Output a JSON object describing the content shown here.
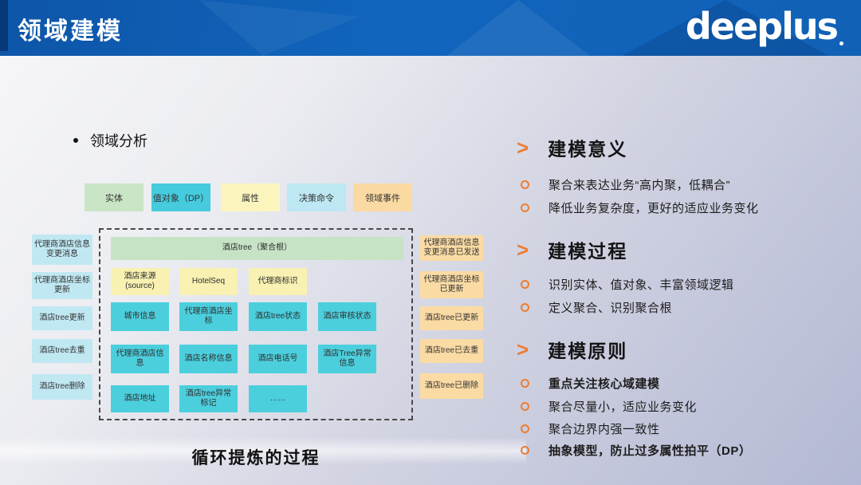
{
  "header": {
    "title": "领域建模",
    "logo": "deeplus"
  },
  "icons": {
    "chevron": ">",
    "bullet_dot": "",
    "bullet_ring": ""
  },
  "lead_bullet": "领域分析",
  "legend": [
    {
      "label": "实体",
      "color": "#c9e5c6"
    },
    {
      "label": "值对象（DP）",
      "color": "#45cbdd"
    },
    {
      "label": "属性",
      "color": "#fbf5bd"
    },
    {
      "label": "决策命令",
      "color": "#bde7f2"
    },
    {
      "label": "领域事件",
      "color": "#fad9a3"
    }
  ],
  "diagram": {
    "aggregate_root": "酒店tree（聚合根）",
    "attributes": [
      "酒店来源(source)",
      "HotelSeq",
      "代理商标识"
    ],
    "vo_rows": [
      [
        "城市信息",
        "代理商酒店坐标",
        "酒店tree状态",
        "酒店审核状态"
      ],
      [
        "代理商酒店信息",
        "酒店名称信息",
        "酒店电话号",
        "酒店Tree异常信息"
      ],
      [
        "酒店地址",
        "酒店tree异常标记",
        "……"
      ]
    ],
    "commands": [
      "代理商酒店信息变更消息",
      "代理商酒店坐标更新",
      "酒店tree更新",
      "酒店tree去重",
      "酒店tree删除"
    ],
    "events": [
      "代理商酒店信息变更消息已发送",
      "代理商酒店坐标已更新",
      "酒店tree已更新",
      "酒店tree已去重",
      "酒店tree已删除"
    ],
    "caption": "循环提炼的过程"
  },
  "sections": [
    {
      "title": "建模意义",
      "bullets": [
        {
          "text": "聚合来表达业务“高内聚，低耦合”",
          "bold": false
        },
        {
          "text": "降低业务复杂度，更好的适应业务变化",
          "bold": false
        }
      ]
    },
    {
      "title": "建模过程",
      "bullets": [
        {
          "text": "识别实体、值对象、丰富领域逻辑",
          "bold": false
        },
        {
          "text": "定义聚合、识别聚合根",
          "bold": false
        }
      ]
    },
    {
      "title": "建模原则",
      "bullets": [
        {
          "text": "重点关注核心域建模",
          "bold": true
        },
        {
          "text": "聚合尽量小，适应业务变化",
          "bold": false
        },
        {
          "text": "聚合边界内强一致性",
          "bold": false
        },
        {
          "text": "抽象模型，防止过多属性拍平（DP）",
          "bold": true
        }
      ]
    }
  ],
  "colors": {
    "header_blue": "#1165bd",
    "accent_orange": "#ed7d31",
    "entity_green": "#c9e5c6",
    "value_object_cyan": "#45cbdd",
    "attribute_yellow": "#fbf5bd",
    "command_blue": "#bde7f2",
    "event_orange": "#fad9a3"
  }
}
